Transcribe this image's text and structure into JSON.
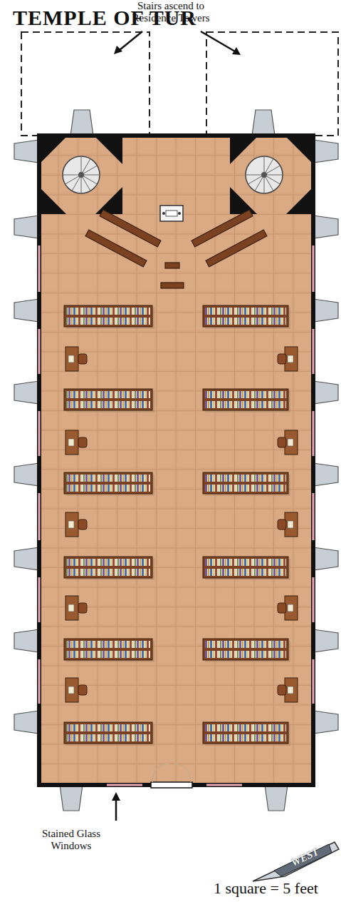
{
  "diagram": {
    "title": "TEMPLE OF TUR",
    "labels": [
      "Stairs ascend to Residence Towers",
      "Stained Glass Windows",
      "WEST",
      "1 square = 5 feet"
    ]
  }
}
